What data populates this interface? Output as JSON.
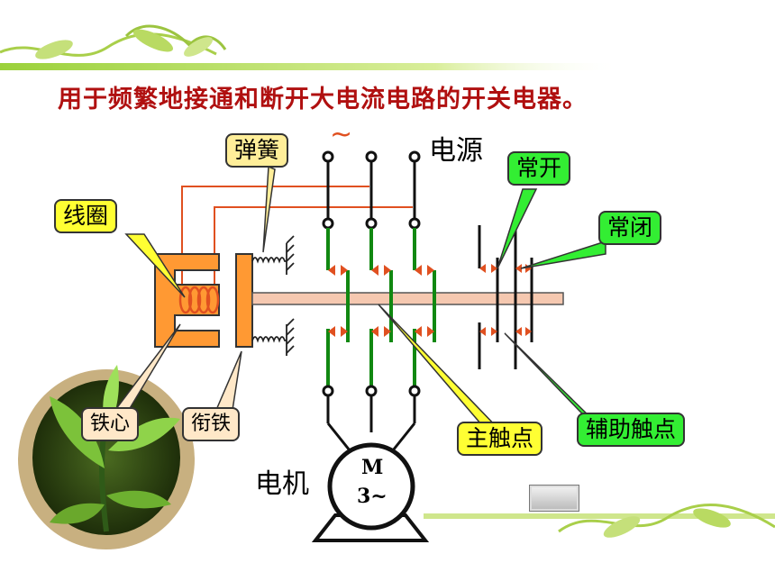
{
  "title": "用于频繁地接通和断开大电流电路的开关电器。",
  "labels": {
    "spring": "弹簧",
    "ac": "~",
    "power": "电源",
    "normally_open": "常开",
    "normally_closed": "常闭",
    "coil": "线圈",
    "core": "铁心",
    "armature": "衔铁",
    "main_contact": "主触点",
    "aux_contact": "辅助触点",
    "motor": "电机",
    "motor_m": "M",
    "motor_phase": "3~"
  },
  "colors": {
    "title": "#b01010",
    "wire": "#e05020",
    "contact": "#118811",
    "core": "#ff9933",
    "rod": "#f5c8b0",
    "callout_yellow": "#ffff33",
    "callout_green": "#33ee33"
  }
}
